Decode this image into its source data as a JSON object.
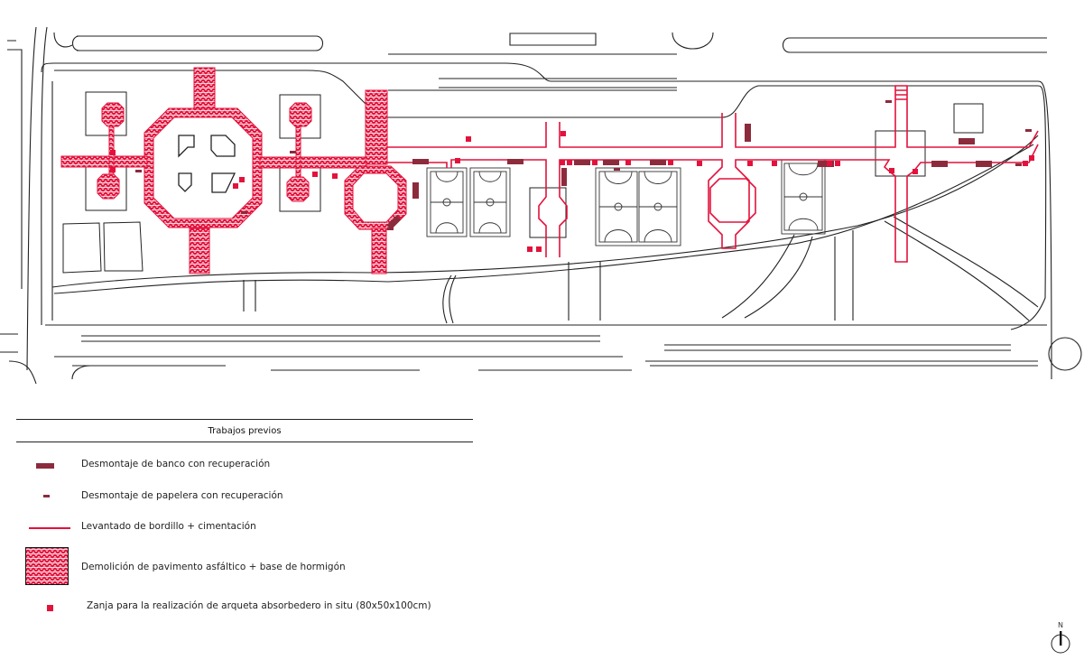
{
  "legend": {
    "title": "Trabajos previos",
    "items": [
      {
        "label": "Desmontaje de banco con recuperación",
        "symbol": "bench"
      },
      {
        "label": "Desmontaje de papelera con recuperación",
        "symbol": "bin"
      },
      {
        "label": "Levantado de bordillo + cimentación",
        "symbol": "curb-line"
      },
      {
        "label": "Demolición de pavimento asfáltico + base de hormigón",
        "symbol": "hatch"
      },
      {
        "label": "Zanja para la realización de arqueta absorbedero in situ (80x50x100cm)",
        "symbol": "trench"
      }
    ]
  },
  "north_arrow": {
    "label": "N"
  },
  "colors": {
    "red": "#e3123c",
    "bench": "#8c2b3c",
    "line": "#222222",
    "grey": "#888888"
  }
}
